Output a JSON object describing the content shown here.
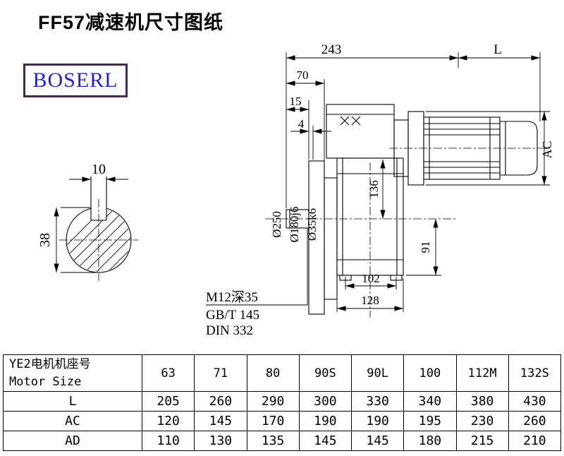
{
  "title": "FF57减速机尺寸图纸",
  "brand": "BOSERL",
  "drawing": {
    "dim_243": "243",
    "dim_L": "L",
    "dim_70": "70",
    "dim_15": "15",
    "dim_4": "4",
    "dim_AC": "AC",
    "dim_136": "136",
    "dim_91": "91",
    "dim_102": "102",
    "dim_128": "128",
    "dim_10": "10",
    "dim_38": "38",
    "dia_flange": "Ø250",
    "dia_spigot": "Ø180j6",
    "dia_shaft": "Ø35k6",
    "note_thread": "M12深35",
    "note_gb": "GB/T 145",
    "note_din": "DIN 332"
  },
  "table": {
    "header_label_cn": "YE2电机机座号",
    "header_label_en": "Motor Size",
    "columns": [
      "63",
      "71",
      "80",
      "90S",
      "90L",
      "100",
      "112M",
      "132S"
    ],
    "rows": [
      {
        "label": "L",
        "values": [
          "205",
          "260",
          "290",
          "300",
          "330",
          "340",
          "380",
          "430"
        ]
      },
      {
        "label": "AC",
        "values": [
          "120",
          "145",
          "170",
          "190",
          "190",
          "195",
          "230",
          "260"
        ]
      },
      {
        "label": "AD",
        "values": [
          "110",
          "130",
          "135",
          "145",
          "145",
          "180",
          "215",
          "210"
        ]
      }
    ]
  }
}
